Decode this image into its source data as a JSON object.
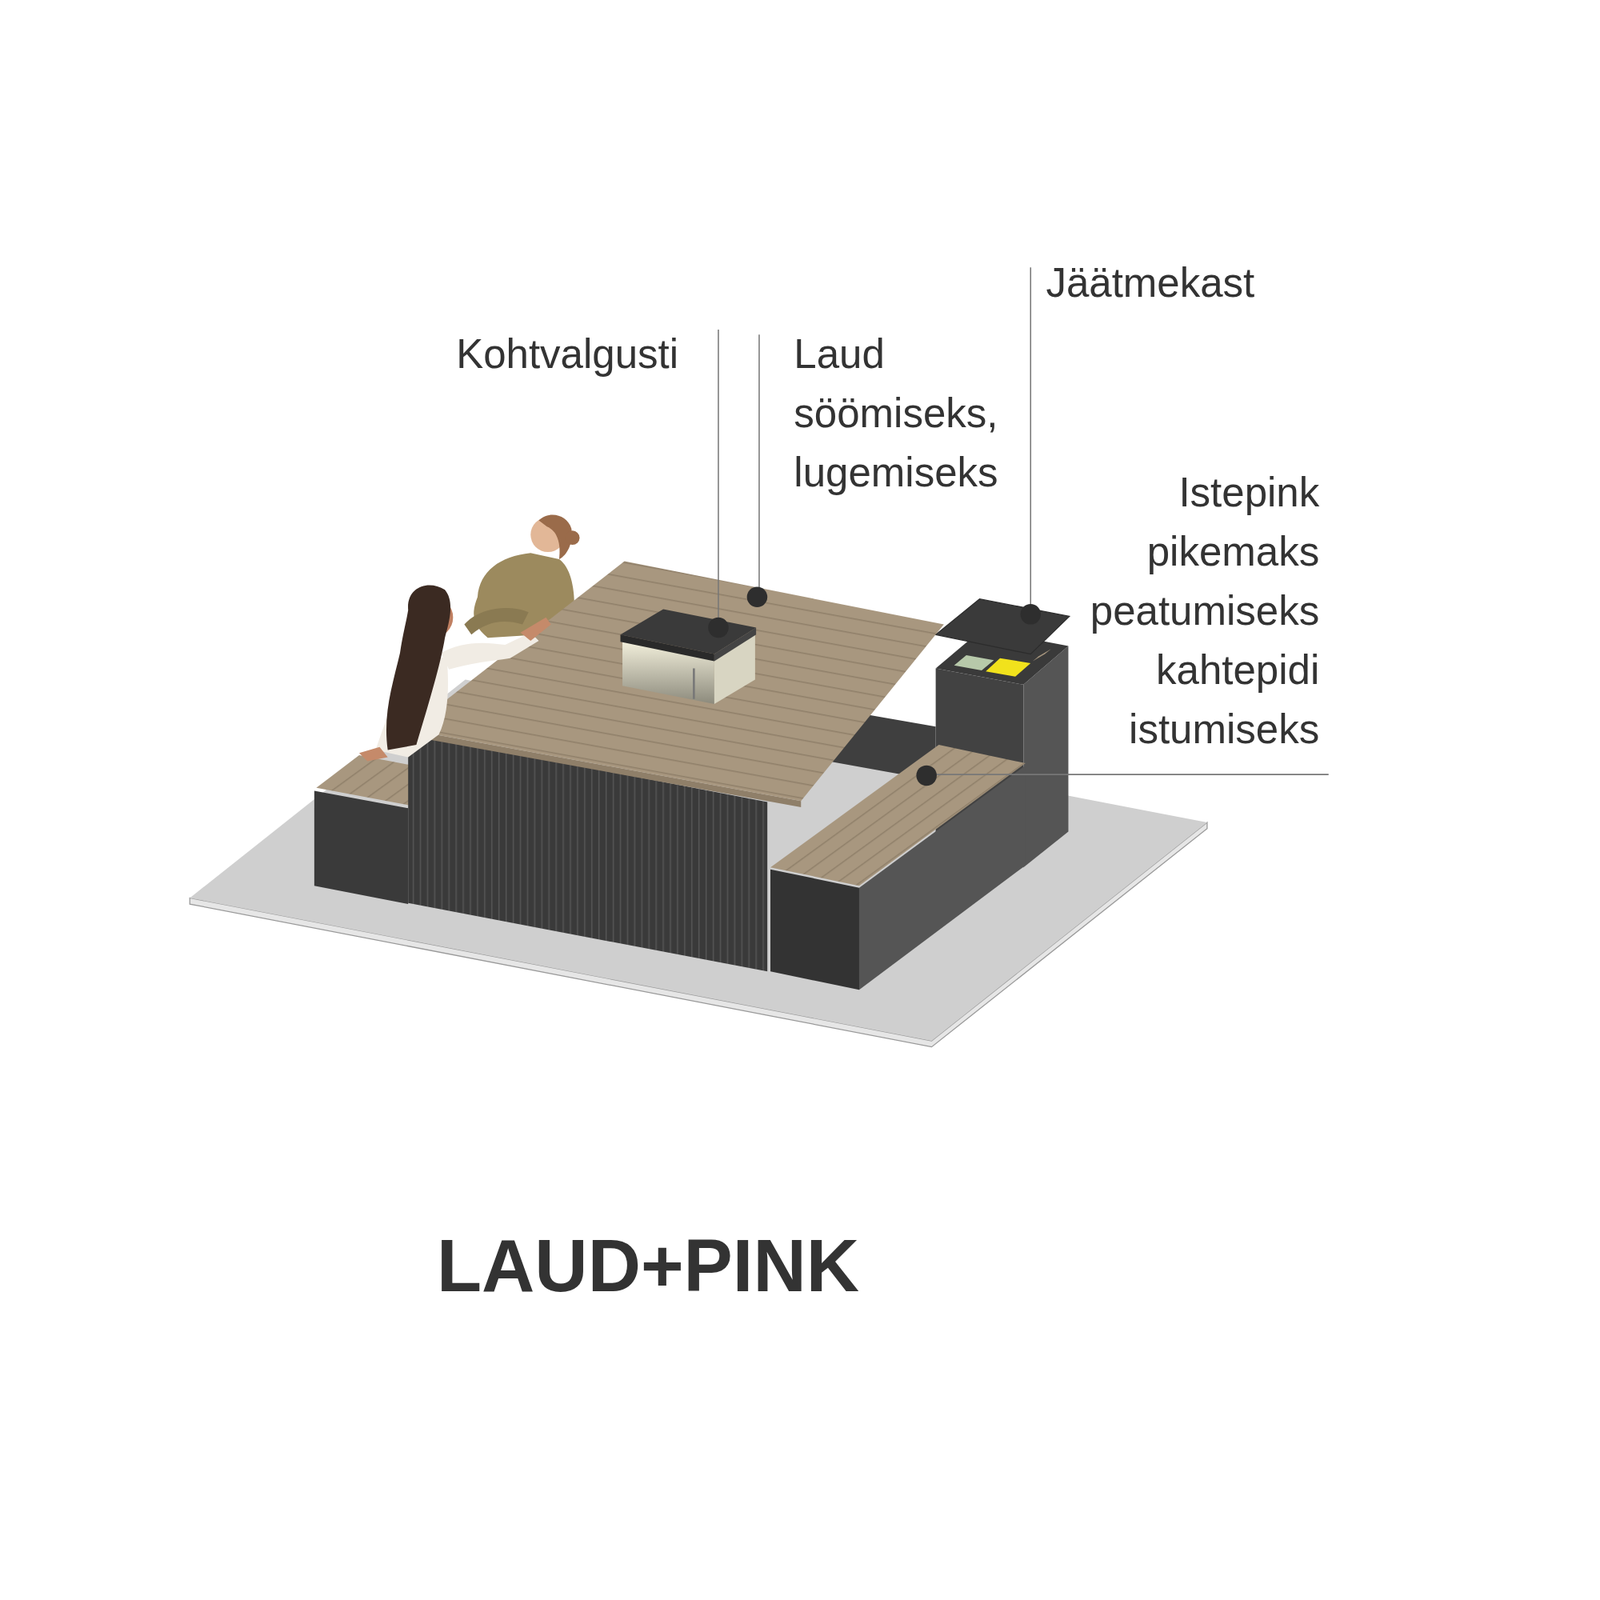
{
  "diagram": {
    "title": "LAUD+PINK",
    "labels": [
      "Kohtvalgusti",
      "Laud söömiseks, lugemiseks",
      "Jäätmekast",
      "Istepink pikemaks peatumiseks kahtepidi istumiseks"
    ]
  }
}
